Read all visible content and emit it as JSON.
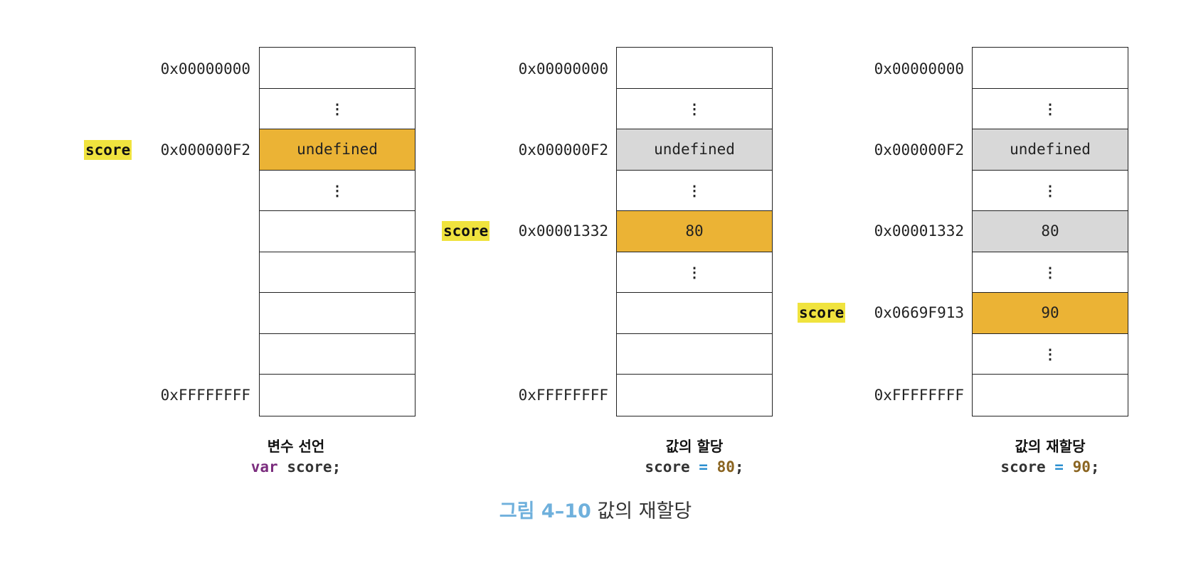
{
  "panels": [
    {
      "addresses": {
        "top": "0x00000000",
        "mid": "0x000000F2",
        "bottom": "0xFFFFFFFF"
      },
      "cells": [
        {
          "text": "",
          "state": "empty"
        },
        {
          "text": "⋮",
          "state": "dots"
        },
        {
          "text": "undefined",
          "state": "hl"
        },
        {
          "text": "⋮",
          "state": "dots"
        },
        {
          "text": "",
          "state": "empty"
        },
        {
          "text": "",
          "state": "empty"
        },
        {
          "text": "",
          "state": "empty"
        },
        {
          "text": "",
          "state": "empty"
        },
        {
          "text": "",
          "state": "empty"
        }
      ],
      "var_label": "score",
      "caption_title": "변수 선언",
      "code": {
        "kw": "var",
        "name": "score;"
      }
    },
    {
      "addresses": {
        "top": "0x00000000",
        "mid": "0x000000F2",
        "mid2": "0x00001332",
        "bottom": "0xFFFFFFFF"
      },
      "cells": [
        {
          "text": "",
          "state": "empty"
        },
        {
          "text": "⋮",
          "state": "dots"
        },
        {
          "text": "undefined",
          "state": "old"
        },
        {
          "text": "⋮",
          "state": "dots"
        },
        {
          "text": "80",
          "state": "hl"
        },
        {
          "text": "⋮",
          "state": "dots"
        },
        {
          "text": "",
          "state": "empty"
        },
        {
          "text": "",
          "state": "empty"
        },
        {
          "text": "",
          "state": "empty"
        }
      ],
      "var_label": "score",
      "caption_title": "값의 할당",
      "code": {
        "name": "score",
        "op": "=",
        "num": "80",
        "end": ";"
      }
    },
    {
      "addresses": {
        "top": "0x00000000",
        "mid": "0x000000F2",
        "mid2": "0x00001332",
        "mid3": "0x0669F913",
        "bottom": "0xFFFFFFFF"
      },
      "cells": [
        {
          "text": "",
          "state": "empty"
        },
        {
          "text": "⋮",
          "state": "dots"
        },
        {
          "text": "undefined",
          "state": "old"
        },
        {
          "text": "⋮",
          "state": "dots"
        },
        {
          "text": "80",
          "state": "old"
        },
        {
          "text": "⋮",
          "state": "dots"
        },
        {
          "text": "90",
          "state": "hl"
        },
        {
          "text": "⋮",
          "state": "dots"
        },
        {
          "text": "",
          "state": "empty"
        }
      ],
      "var_label": "score",
      "caption_title": "값의 재할당",
      "code": {
        "name": "score",
        "op": "=",
        "num": "90",
        "end": ";"
      }
    }
  ],
  "figure": {
    "number": "그림 4–10",
    "title": "값의 재할당"
  },
  "colors": {
    "highlight": "#ebb335",
    "previous": "#d8d8d8",
    "var_label_bg": "#f0e33e",
    "figure_number": "#6fb0dc"
  }
}
